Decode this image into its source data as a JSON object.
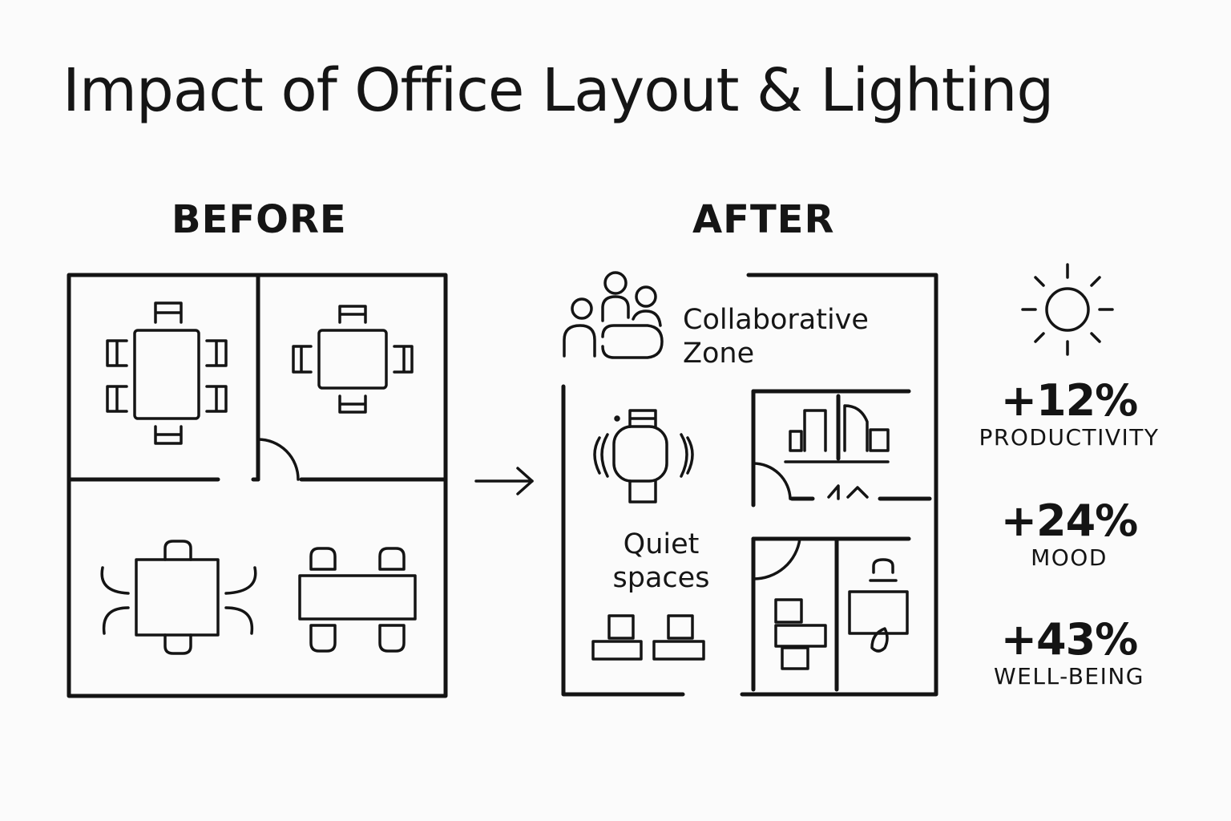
{
  "title": "Impact of Office Layout & Lighting",
  "before": {
    "heading": "BEFORE"
  },
  "after": {
    "heading": "AFTER",
    "collaborative_zone": {
      "line1": "Collaborative",
      "line2": "Zone"
    },
    "quiet_spaces": {
      "line1": "Quiet",
      "line2": "spaces"
    }
  },
  "stats": [
    {
      "value": "+12%",
      "label": "PRODUCTIVITY"
    },
    {
      "value": "+24%",
      "label": "MOOD"
    },
    {
      "value": "+43%",
      "label": "WELL-BEING"
    }
  ],
  "icons": {
    "sun": "sun-icon",
    "arrow": "arrow-right-icon",
    "people": "people-group-icon"
  },
  "colors": {
    "ink": "#141414",
    "background": "#fbfbfb"
  }
}
